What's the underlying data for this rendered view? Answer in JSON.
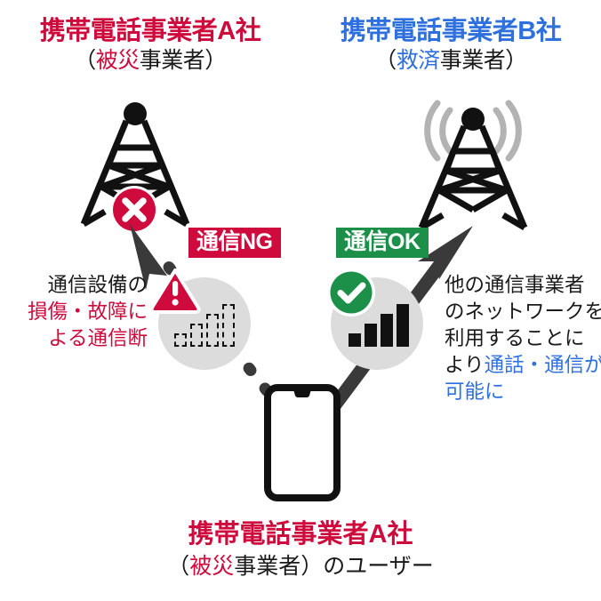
{
  "header_left": {
    "title": "携帯電話事業者A社",
    "subtitle_open": "（",
    "subtitle_accent": "被災",
    "subtitle_rest": "事業者",
    "subtitle_close": "）",
    "color": "#cf0a3c"
  },
  "header_right": {
    "title": "携帯電話事業者B社",
    "subtitle_open": "（",
    "subtitle_accent": "救済",
    "subtitle_rest": "事業者",
    "subtitle_close": "）",
    "color": "#2f70df"
  },
  "badges": {
    "ng": {
      "label": "通信NG",
      "color": "#cf0a3c"
    },
    "ok": {
      "label": "通信OK",
      "color": "#1c9049"
    }
  },
  "text_left": {
    "line1": "通信設備の",
    "line2": "損傷・故障に",
    "line3": "よる通信断",
    "accent_color": "#cf0a3c"
  },
  "text_right": {
    "line1": "他の通信事業者",
    "line2": "のネットワークを",
    "line3": "利用することに",
    "line4_black": "より",
    "line4_accent": "通話・通信が",
    "line5_accent": "可能に",
    "accent_color": "#2f70df"
  },
  "caption": {
    "title": "携帯電話事業者A社",
    "sub_open": "（",
    "sub_accent": "被災",
    "sub_mid": "事業者",
    "sub_close": "）のユーザー",
    "color": "#cf0a3c"
  },
  "icons": {
    "tower_left": "cell-tower-icon",
    "tower_right": "cell-tower-icon",
    "tower_left_status": "error-x-icon",
    "tower_right_waves": "radio-waves-icon",
    "warning": "warning-triangle-icon",
    "check": "check-circle-icon",
    "phone": "smartphone-icon",
    "arrow_left": "dashed-arrow-icon",
    "arrow_right": "solid-arrow-icon",
    "signal_left": "signal-bars-empty-icon",
    "signal_right": "signal-bars-full-icon"
  },
  "colors": {
    "red": "#cf0a3c",
    "blue": "#2f70df",
    "green": "#1c9049",
    "black": "#111111",
    "gray_circle": "#dcdcdc",
    "gray_arrow": "#3a3a3a",
    "gray_wave": "#b3b3b3"
  }
}
